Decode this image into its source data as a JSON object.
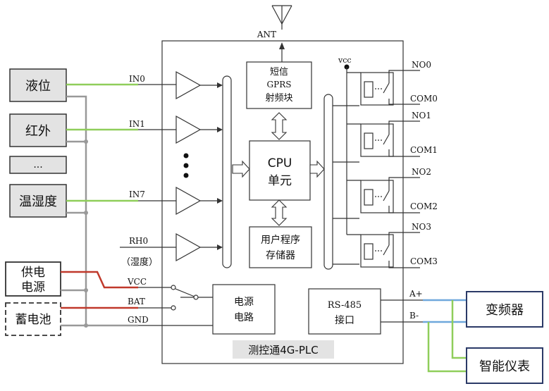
{
  "title": "测控通4G-PLC",
  "antenna": {
    "label": "ANT"
  },
  "inputs": [
    {
      "device": "液位",
      "port": "IN0"
    },
    {
      "device": "红外",
      "port": "IN1"
    },
    {
      "device": "...",
      "port": ""
    },
    {
      "device": "温湿度",
      "port": "IN7"
    }
  ],
  "humidity": {
    "port": "RH0",
    "note": "（湿度）"
  },
  "power": {
    "supply": [
      "供电",
      "电源"
    ],
    "battery": "蓄电池",
    "pins": [
      "VCC",
      "BAT",
      "GND"
    ]
  },
  "blocks": {
    "sms": [
      "短信",
      "GPRS",
      "射频块"
    ],
    "cpu": [
      "CPU",
      "单元"
    ],
    "memory": [
      "用户程序",
      "存储器"
    ],
    "power_circuit": [
      "电源",
      "电路"
    ],
    "rs485": [
      "RS-485",
      "接口"
    ]
  },
  "relays": {
    "vcc_label": "vcc",
    "outputs": [
      {
        "no": "NO0",
        "com": "COM0"
      },
      {
        "no": "NO1",
        "com": "COM1"
      },
      {
        "no": "NO2",
        "com": "COM2"
      },
      {
        "no": "NO3",
        "com": "COM3"
      }
    ]
  },
  "rs485_pins": [
    "A+",
    "B-"
  ],
  "external": [
    "变频器",
    "智能仪表"
  ],
  "colors": {
    "green_wire": "#8fce5a",
    "red_wire": "#c0392b",
    "gray_bus": "#999999",
    "blue_wire": "#6fa8dc",
    "device_border": "#2b3a67",
    "gray_label_bg": "#e3e3e3"
  }
}
